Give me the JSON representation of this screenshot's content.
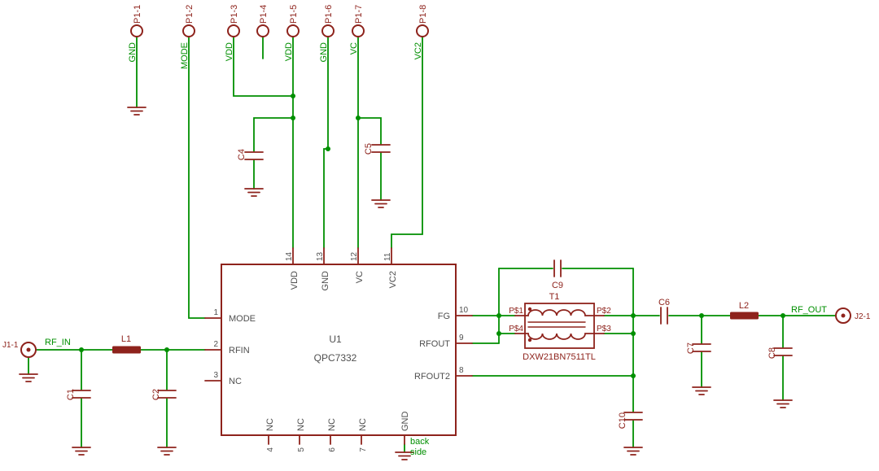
{
  "colors": {
    "wire_green": "#008f00",
    "symbol_maroon": "#8e231c",
    "pin_text_gray": "#4f4f4f"
  },
  "p1": [
    {
      "ref": "P1-1",
      "net": "GND"
    },
    {
      "ref": "P1-2",
      "net": "MODE"
    },
    {
      "ref": "P1-3",
      "net": "VDD"
    },
    {
      "ref": "P1-4",
      "net": ""
    },
    {
      "ref": "P1-5",
      "net": "VDD"
    },
    {
      "ref": "P1-6",
      "net": "GND"
    },
    {
      "ref": "P1-7",
      "net": "VC"
    },
    {
      "ref": "P1-8",
      "net": "VC2"
    }
  ],
  "input": {
    "jack": "J1-1",
    "net": "RF_IN",
    "inductor": "L1",
    "cap1": "C1",
    "cap2": "C2"
  },
  "supply": {
    "cap4": "C4",
    "cap5": "C5"
  },
  "ic": {
    "ref": "U1",
    "part": "QPC7332",
    "left": [
      {
        "num": "1",
        "name": "MODE"
      },
      {
        "num": "2",
        "name": "RFIN"
      },
      {
        "num": "3",
        "name": "NC"
      }
    ],
    "top": [
      {
        "num": "14",
        "name": "VDD"
      },
      {
        "num": "13",
        "name": "GND"
      },
      {
        "num": "12",
        "name": "VC"
      },
      {
        "num": "11",
        "name": "VC2"
      }
    ],
    "right": [
      {
        "num": "10",
        "name": "FG"
      },
      {
        "num": "9",
        "name": "RFOUT"
      },
      {
        "num": "8",
        "name": "RFOUT2"
      }
    ],
    "bottom": [
      {
        "num": "4",
        "name": "NC"
      },
      {
        "num": "5",
        "name": "NC"
      },
      {
        "num": "6",
        "name": "NC"
      },
      {
        "num": "7",
        "name": "NC"
      }
    ],
    "back_pad": {
      "name": "GND",
      "note1": "back",
      "note2": "side"
    }
  },
  "output": {
    "transformer": {
      "ref": "T1",
      "part": "DXW21BN7511TL",
      "p1": "P$1",
      "p2": "P$2",
      "p3": "P$3",
      "p4": "P$4"
    },
    "cap9": "C9",
    "cap6": "C6",
    "cap7": "C7",
    "cap8": "C8",
    "cap10": "C10",
    "inductor": "L2",
    "net": "RF_OUT",
    "jack": "J2-1"
  }
}
